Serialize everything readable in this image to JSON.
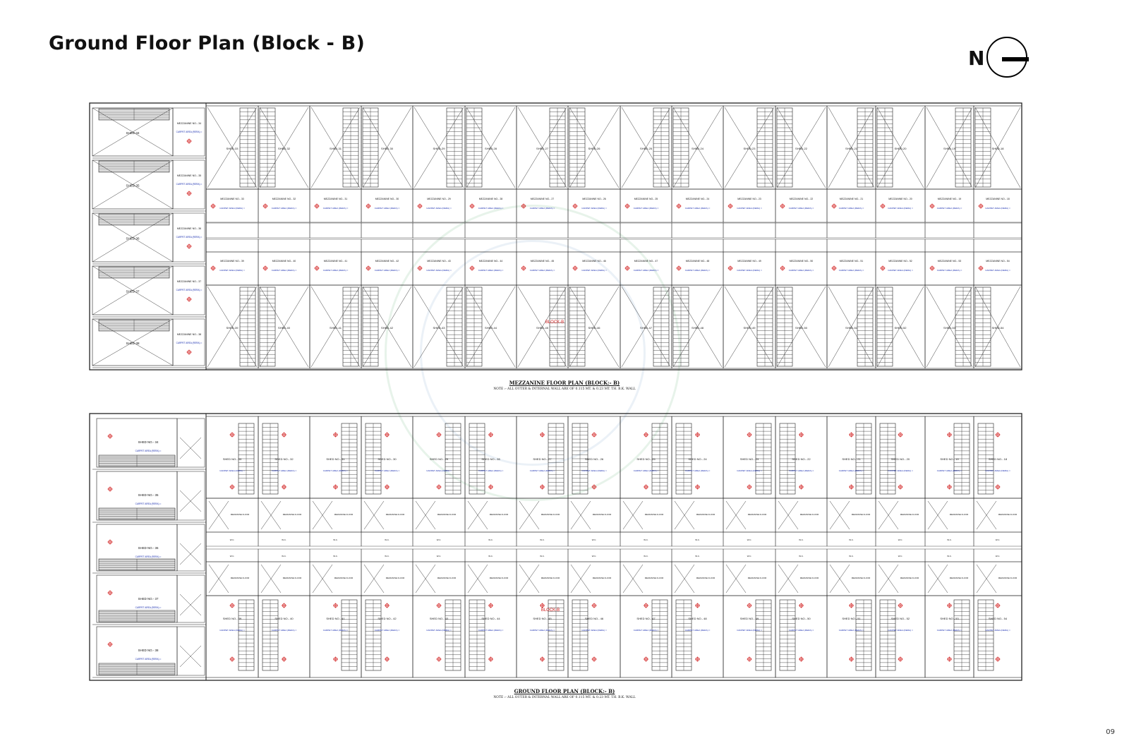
{
  "page": {
    "title": "Ground Floor Plan (Block - B)",
    "page_number": "09"
  },
  "north": {
    "label": "N"
  },
  "block_label": "BLOCK-B",
  "mezzanine_plan": {
    "caption": "MEZZANINE FLOOR PLAN (BLOCK:- B)",
    "note": "NOTE :- ALL OUTER & INTERNAL WALL ARE OF 0.115 MT. & 0.23 MT. TH. B.K. WALL",
    "left_sheds": [
      "SHED-34",
      "SHED-35",
      "SHED-36",
      "SHED-37",
      "SHED-38"
    ],
    "left_mezzanines": [
      "MEZZANINE NO.- 34",
      "MEZZANINE NO.- 35",
      "MEZZANINE NO.- 36",
      "MEZZANINE NO.- 37",
      "MEZZANINE NO.- 38"
    ],
    "top_sheds": [
      "SHED-33",
      "SHED-32",
      "SHED-31",
      "SHED-30",
      "SHED-29",
      "SHED-28",
      "SHED-27",
      "SHED-26",
      "SHED-25",
      "SHED-24",
      "SHED-23",
      "SHED-22",
      "SHED-21",
      "SHED-20",
      "SHED-19",
      "SHED-18"
    ],
    "top_mezzanines": [
      "MEZZANINE NO.- 33",
      "MEZZANINE NO.- 32",
      "MEZZANINE NO.- 31",
      "MEZZANINE NO.- 30",
      "MEZZANINE NO.- 29",
      "MEZZANINE NO.- 28",
      "MEZZANINE NO.- 27",
      "MEZZANINE NO.- 26",
      "MEZZANINE NO.- 25",
      "MEZZANINE NO.- 24",
      "MEZZANINE NO.- 23",
      "MEZZANINE NO.- 22",
      "MEZZANINE NO.- 21",
      "MEZZANINE NO.- 20",
      "MEZZANINE NO.- 19",
      "MEZZANINE NO.- 18"
    ],
    "bottom_mezzanines": [
      "MEZZANINE NO.- 39",
      "MEZZANINE NO.- 40",
      "MEZZANINE NO.- 41",
      "MEZZANINE NO.- 42",
      "MEZZANINE NO.- 43",
      "MEZZANINE NO.- 44",
      "MEZZANINE NO.- 45",
      "MEZZANINE NO.- 46",
      "MEZZANINE NO.- 47",
      "MEZZANINE NO.- 48",
      "MEZZANINE NO.- 49",
      "MEZZANINE NO.- 50",
      "MEZZANINE NO.- 51",
      "MEZZANINE NO.- 52",
      "MEZZANINE NO.- 53",
      "MEZZANINE NO.- 54"
    ],
    "bottom_sheds": [
      "SHED-39",
      "SHED-40",
      "SHED-41",
      "SHED-42",
      "SHED-43",
      "SHED-44",
      "SHED-45",
      "SHED-46",
      "SHED-47",
      "SHED-48",
      "SHED-49",
      "SHED-50",
      "SHED-51",
      "SHED-52",
      "SHED-53",
      "SHED-54"
    ],
    "carpet_label": "CARPET AREA (RERA) ="
  },
  "ground_plan": {
    "caption": "GROUND FLOOR PLAN (BLOCK:- B)",
    "note": "NOTE :- ALL OUTER & INTERNAL WALL ARE OF 0.115 MT. & 0.23 MT. TH. B.K. WALL",
    "left_sheds": [
      "SHED NO.- 34",
      "SHED NO.- 35",
      "SHED NO.- 36",
      "SHED NO.- 37",
      "SHED NO.- 38"
    ],
    "top_sheds": [
      "SHED NO.- 33",
      "SHED NO.- 32",
      "SHED NO.- 31",
      "SHED NO.- 30",
      "SHED NO.- 29",
      "SHED NO.- 28",
      "SHED NO.- 27",
      "SHED NO.- 26",
      "SHED NO.- 25",
      "SHED NO.- 24",
      "SHED NO.- 23",
      "SHED NO.- 22",
      "SHED NO.- 21",
      "SHED NO.- 20",
      "SHED NO.- 19",
      "SHED NO.- 18"
    ],
    "bottom_sheds": [
      "SHED NO.- 39",
      "SHED NO.- 40",
      "SHED NO.- 41",
      "SHED NO.- 42",
      "SHED NO.- 43",
      "SHED NO.- 44",
      "SHED NO.- 45",
      "SHED NO.- 46",
      "SHED NO.- 47",
      "SHED NO.- 48",
      "SHED NO.- 49",
      "SHED NO.- 50",
      "SHED NO.- 51",
      "SHED NO.- 52",
      "SHED NO.- 53",
      "SHED NO.- 54"
    ],
    "carpet_label": "CARPET AREA (RERA) =",
    "mezzanine_floor_label": "MEZZANINE FLOOR",
    "wc_label": "W.C."
  },
  "colors": {
    "line": "#222222",
    "label_blue": "#1a2fb0",
    "marker_red": "#d01a1a",
    "watermark_green": "#8cc8a0"
  }
}
